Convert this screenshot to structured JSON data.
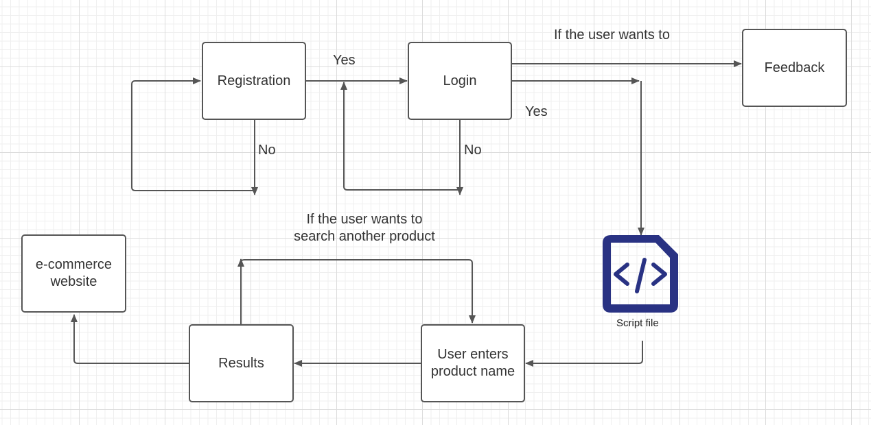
{
  "nodes": {
    "registration": "Registration",
    "login": "Login",
    "feedback": "Feedback",
    "ecommerce": [
      "e-commerce",
      "website"
    ],
    "results": "Results",
    "user_enters": [
      "User enters",
      "product name"
    ]
  },
  "labels": {
    "yes_top": "Yes",
    "yes_right": "Yes",
    "no_registration": "No",
    "no_login": "No",
    "if_user_wants_feedback": "If the user wants to",
    "if_user_wants_search": [
      "If the user wants to",
      "search another product"
    ]
  },
  "script_file": {
    "icon": "code-file-icon",
    "caption": "Script file",
    "color": "#293283"
  },
  "colors": {
    "connector": "#555555",
    "box_border": "#555555"
  }
}
